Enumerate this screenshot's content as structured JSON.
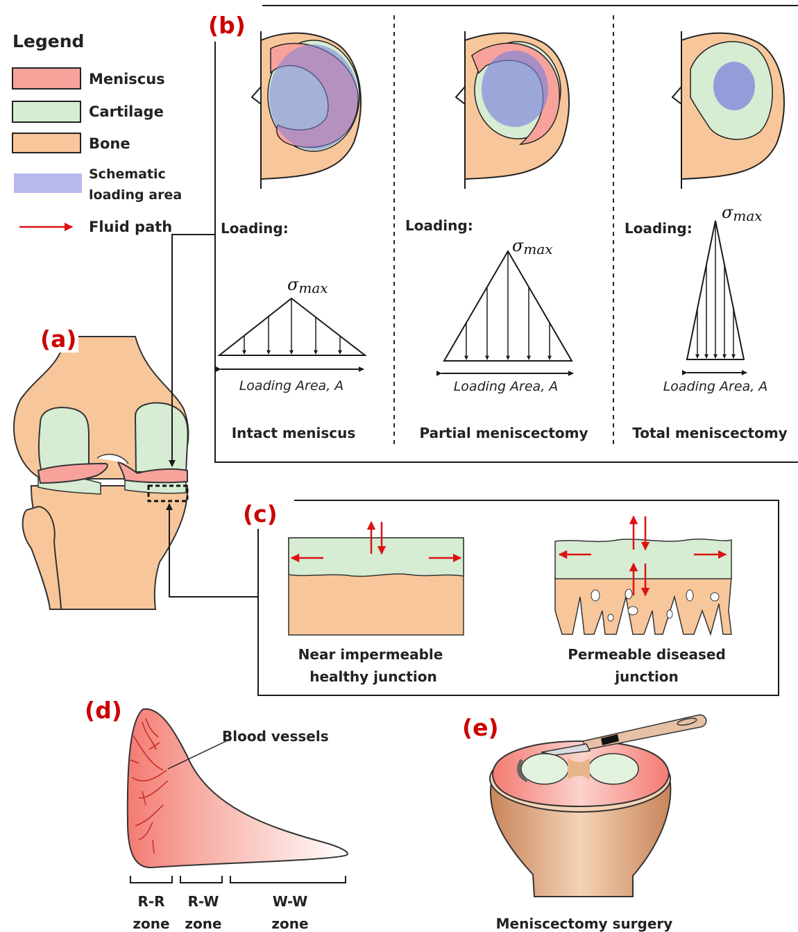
{
  "legend": {
    "title": "Legend",
    "items": [
      {
        "label": "Meniscus",
        "color": "#f7a39c"
      },
      {
        "label": "Cartilage",
        "color": "#d6ecd3"
      },
      {
        "label": "Bone",
        "color": "#f7c79b"
      },
      {
        "label": "Schematic\nloading area",
        "color": "#b7b8ee"
      },
      {
        "label": "Fluid path",
        "color": "#dd1111"
      }
    ]
  },
  "panels": {
    "a": "(a)",
    "b": "(b)",
    "c": "(c)",
    "d": "(d)",
    "e": "(e)"
  },
  "panel_b": {
    "loading_label": "Loading:",
    "sigma": "σ",
    "sigma_sub": "max",
    "area_label": "Loading Area, A",
    "captions": [
      "Intact meniscus",
      "Partial meniscectomy",
      "Total meniscectomy"
    ]
  },
  "panel_c": {
    "captions": [
      [
        "Near impermeable",
        "healthy junction"
      ],
      [
        "Permeable diseased",
        "junction"
      ]
    ]
  },
  "panel_d": {
    "vessel_label": "Blood vessels",
    "zones": [
      [
        "R-R",
        "zone"
      ],
      [
        "R-W",
        "zone"
      ],
      [
        "W-W",
        "zone"
      ]
    ]
  },
  "panel_e": {
    "caption": "Meniscectomy surgery"
  },
  "colors": {
    "meniscus": "#f7a39c",
    "cartilage": "#d6ecd3",
    "bone": "#f7c79b",
    "loading": "#7d83dc",
    "accent": "#cc0000"
  }
}
